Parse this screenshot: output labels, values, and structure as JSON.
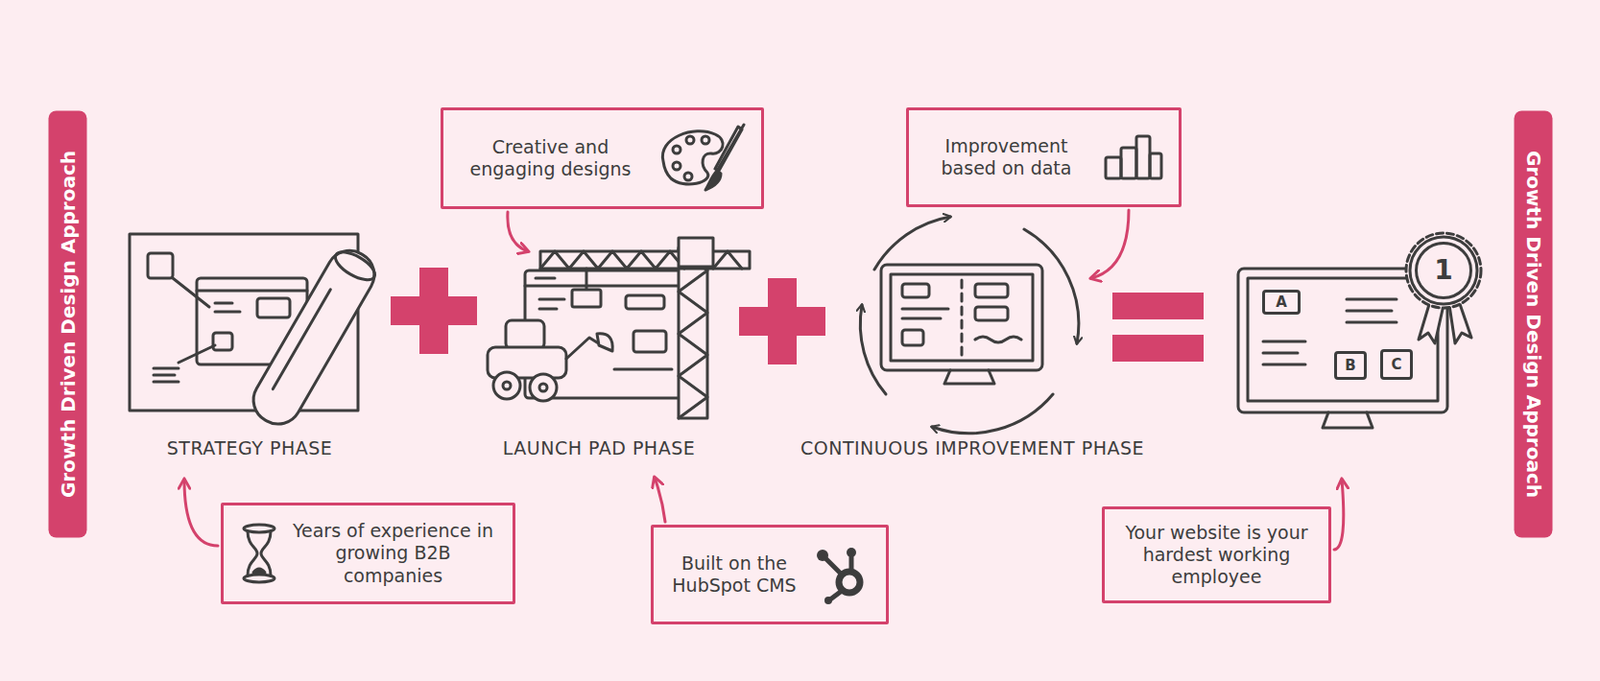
{
  "diagram": {
    "nodes": [
      {
        "text": [
          "Growth Driven Design Approach"
        ]
      },
      {
        "text": [
          "Creative and engaging designs"
        ]
      },
      {
        "text": [
          "Improvement based on data"
        ]
      },
      {
        "text": [
          "Years of experience in growing B2B companies"
        ]
      },
      {
        "text": [
          "Built on the HubSpot CMS"
        ]
      },
      {
        "text": [
          "Your website is your hardest working employee"
        ]
      },
      {
        "text": [
          "1"
        ]
      },
      {
        "text": [
          "A"
        ]
      },
      {
        "text": [
          "B"
        ]
      },
      {
        "text": [
          "C"
        ]
      },
      {
        "text": [
          "Growth Driven Design Approach"
        ]
      }
    ],
    "labels": [
      "STRATEGY PHASE",
      "LAUNCH PAD PHASE",
      "CONTINUOUS IMPROVEMENT PHASE"
    ]
  }
}
